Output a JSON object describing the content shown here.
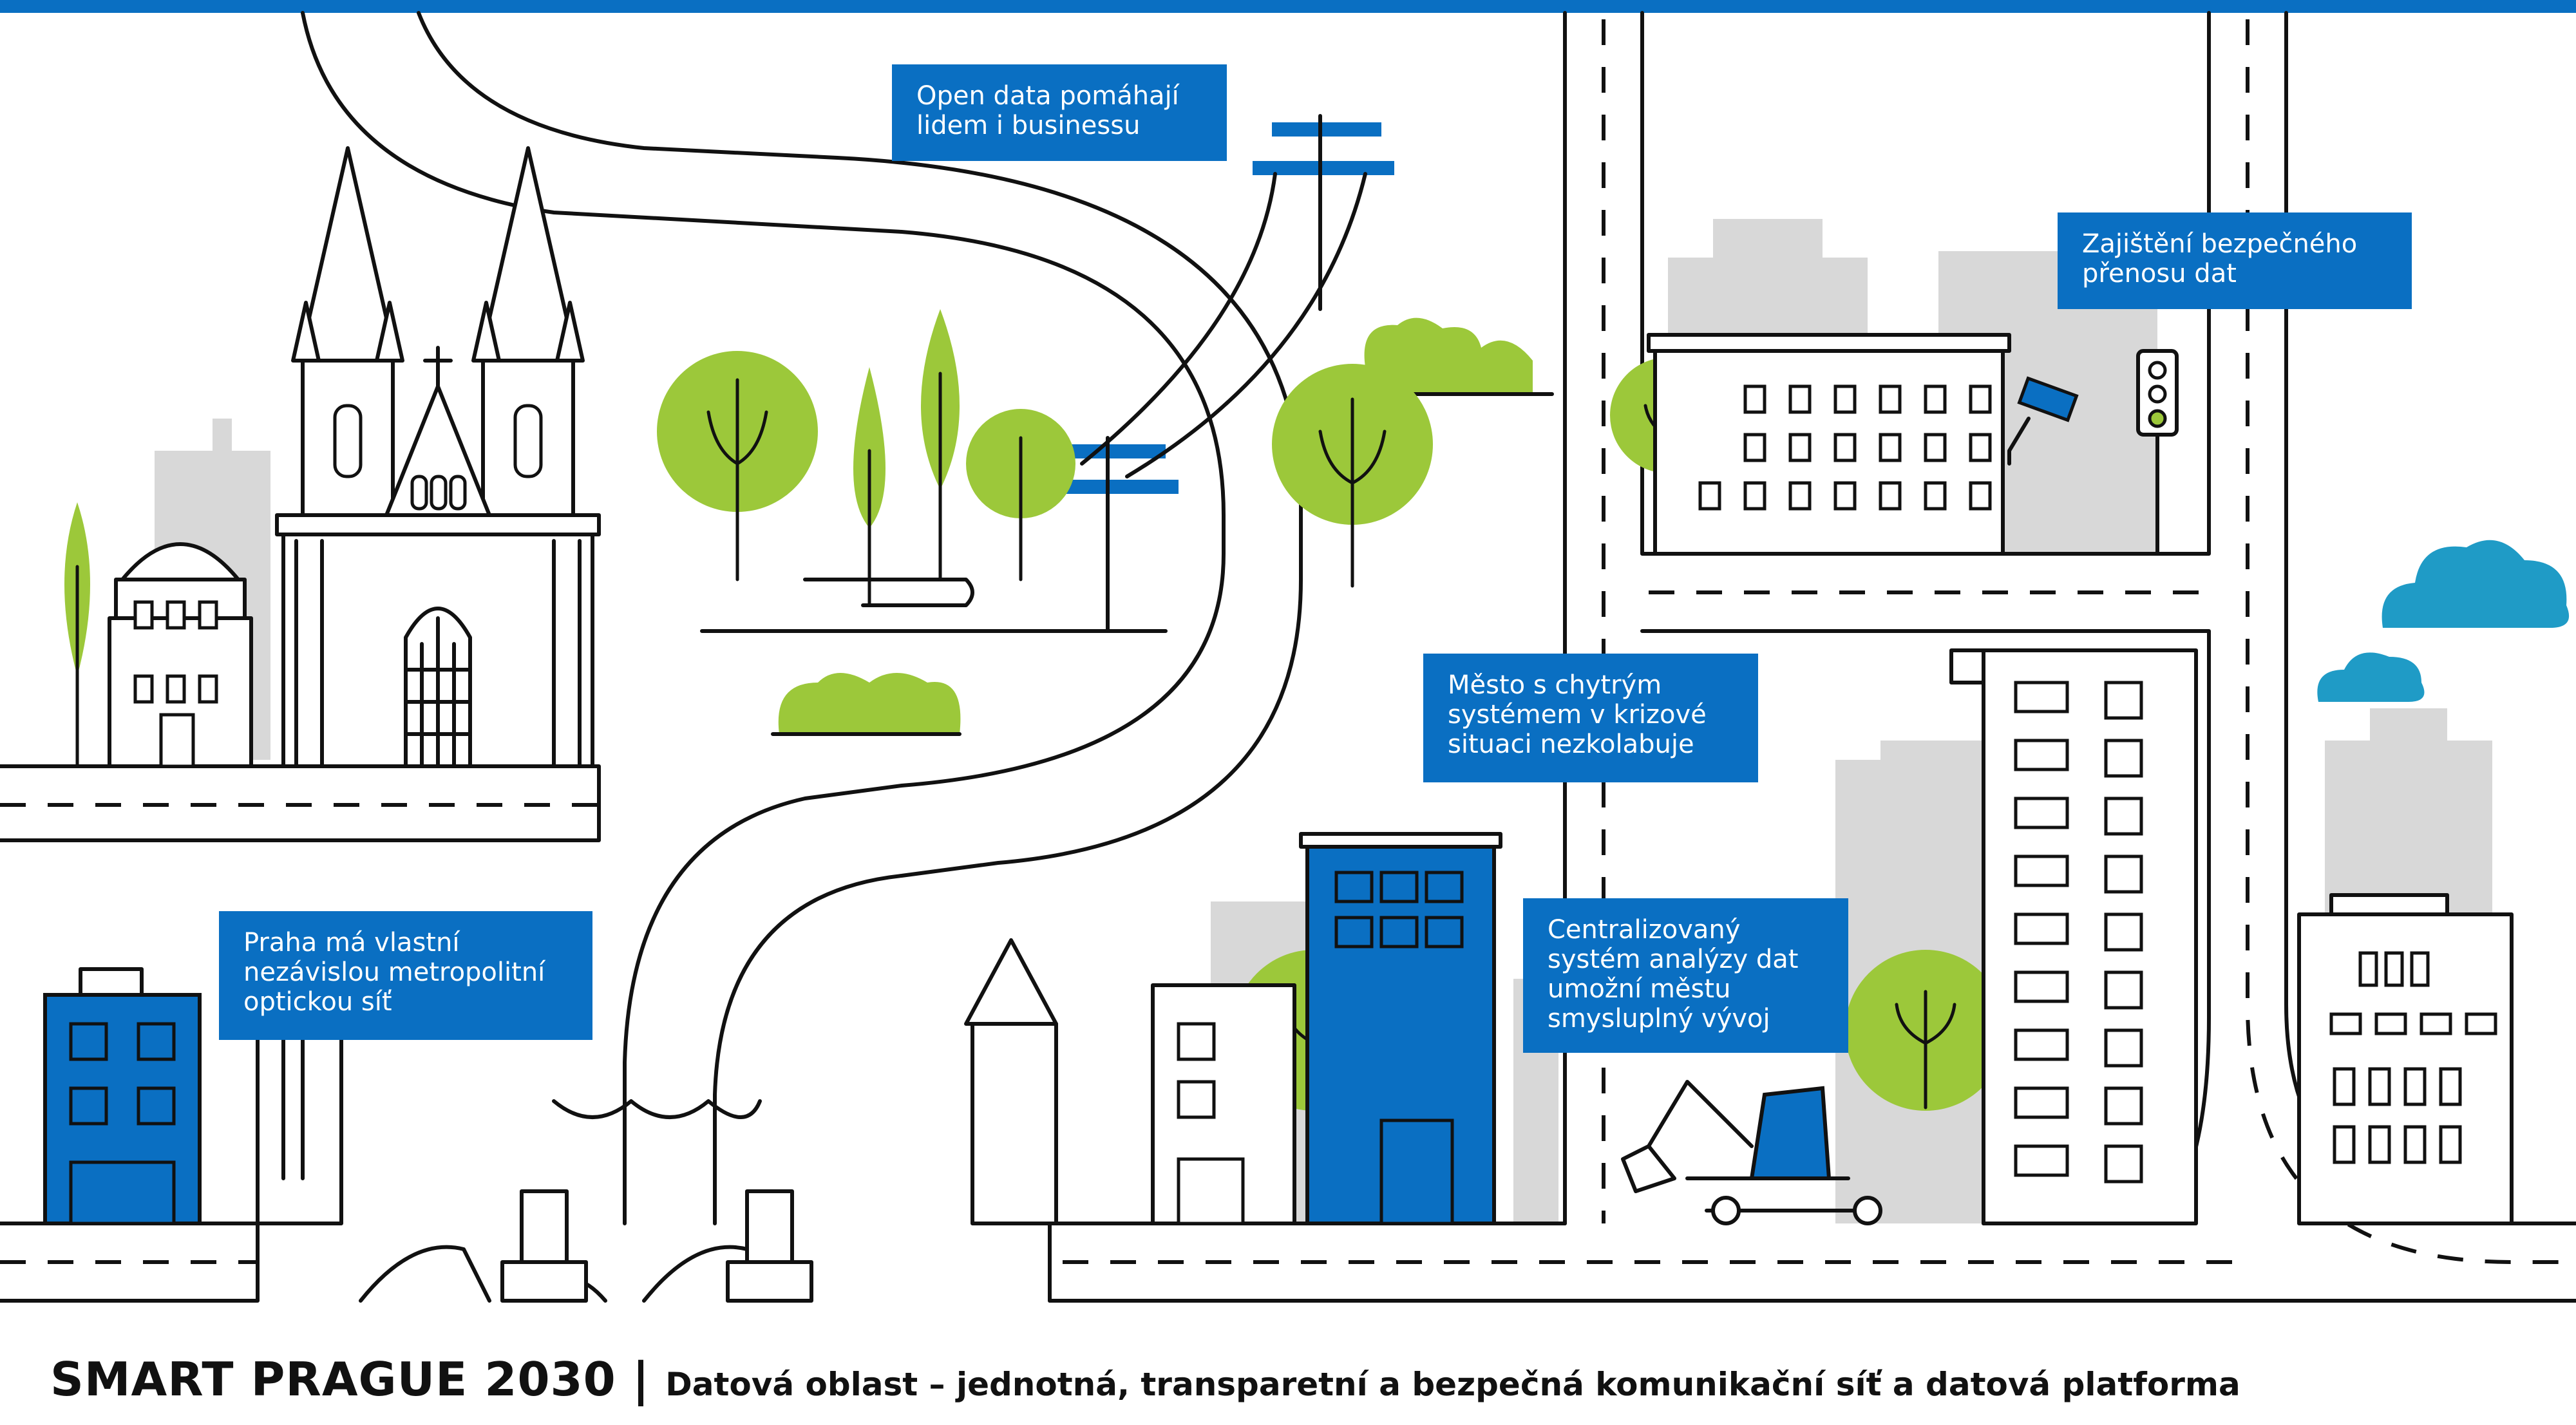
{
  "colors": {
    "accent_blue": "#0a6fc2",
    "tree_green": "#9cc83a",
    "cloud_teal": "#1f9bc6",
    "building_grey": "#d8d8d8",
    "line": "#111111"
  },
  "callouts": {
    "open_data": "Open data pomáhají\nlidem i businessu",
    "secure_transfer": "Zajištění bezpečného\npřenosu dat",
    "crisis_system": "Město s chytrým\nsystémem v krizové\nsituaci nezkolabuje",
    "optical_network": "Praha má vlastní\nnezávislou metropolitní\noptickou síť",
    "data_analysis": "Centralizovaný\nsystém analýzy dat\numožní městu\nsmysluplný vývoj"
  },
  "footer": {
    "brand": "SMART PRAGUE 2030",
    "separator": "|",
    "description": "Datová oblast – jednotná, transparetní a bezpečná komunikační síť a datová platforma"
  }
}
